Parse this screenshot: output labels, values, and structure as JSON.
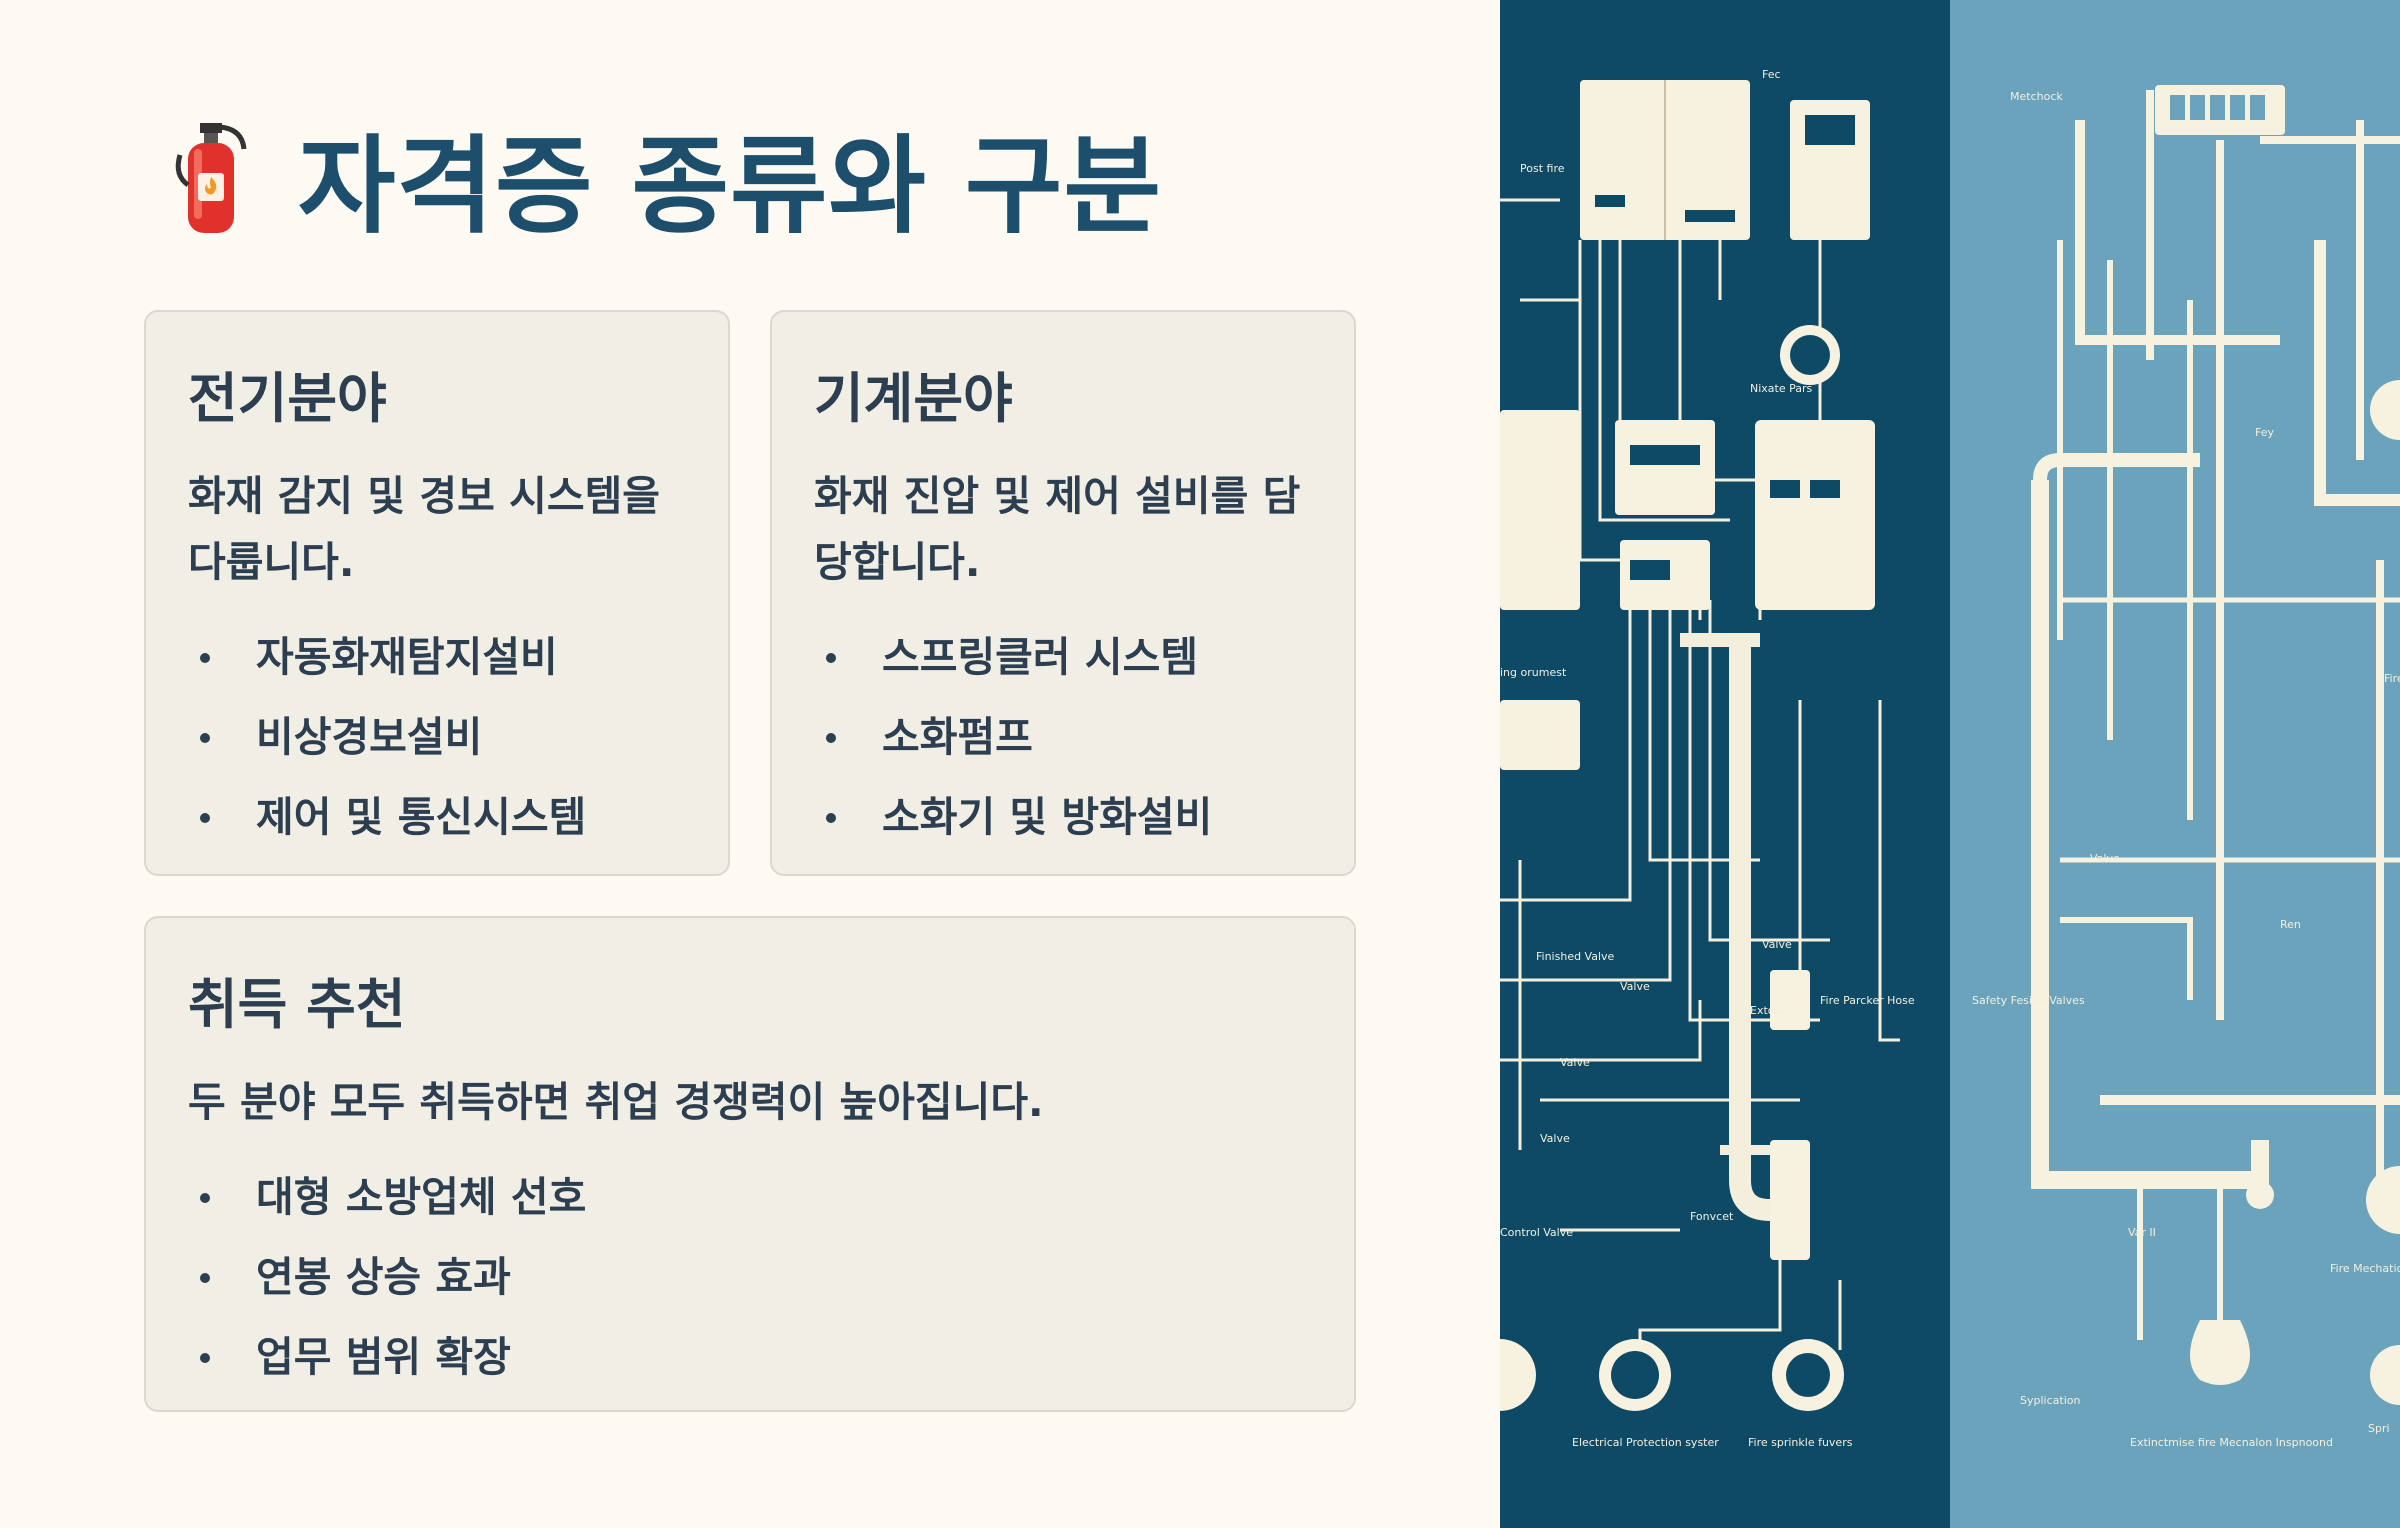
{
  "title": {
    "icon": "fire-extinguisher-icon",
    "text": "자격증 종류와 구분"
  },
  "cards": {
    "electric": {
      "heading": "전기분야",
      "description": "화재 감지 및 경보 시스템을 다룹니다.",
      "items": [
        "자동화재탐지설비",
        "비상경보설비",
        "제어 및 통신시스템"
      ]
    },
    "mechanic": {
      "heading": "기계분야",
      "description": "화재 진압 및 제어 설비를 담당합니다.",
      "items": [
        "스프링클러 시스템",
        "소화펌프",
        "소화기 및 방화설비"
      ]
    },
    "recommend": {
      "heading": "취득 추천",
      "description": "두 분야 모두 취득하면 취업 경쟁력이 높아집니다.",
      "items": [
        "대형 소방업체 선호",
        "연봉 상승 효과",
        "업무 범위 확장"
      ]
    }
  },
  "illustration": {
    "labels": [
      "Fec",
      "Post fire",
      "Metchock",
      "Nixate Pars",
      "Fire",
      "Fey",
      "ing orumest",
      "Valve",
      "Valve",
      "Finished Valve",
      "Valve",
      "Extow",
      "Fire Parcker Hose",
      "Safety Feside Valves",
      "Valve",
      "Ren",
      "Valve",
      "Fonvcet",
      "Control Valve",
      "Var II",
      "Fire Mechatics",
      "Electrical Protection syster",
      "Fire sprinkle fuvers",
      "Syplication",
      "Extinctmise fire Mecnalon Inspnoond",
      "Spri"
    ],
    "colors": {
      "dark_panel": "#0e4a66",
      "light_panel": "#6aa3bb",
      "line": "#f4efdd"
    }
  }
}
